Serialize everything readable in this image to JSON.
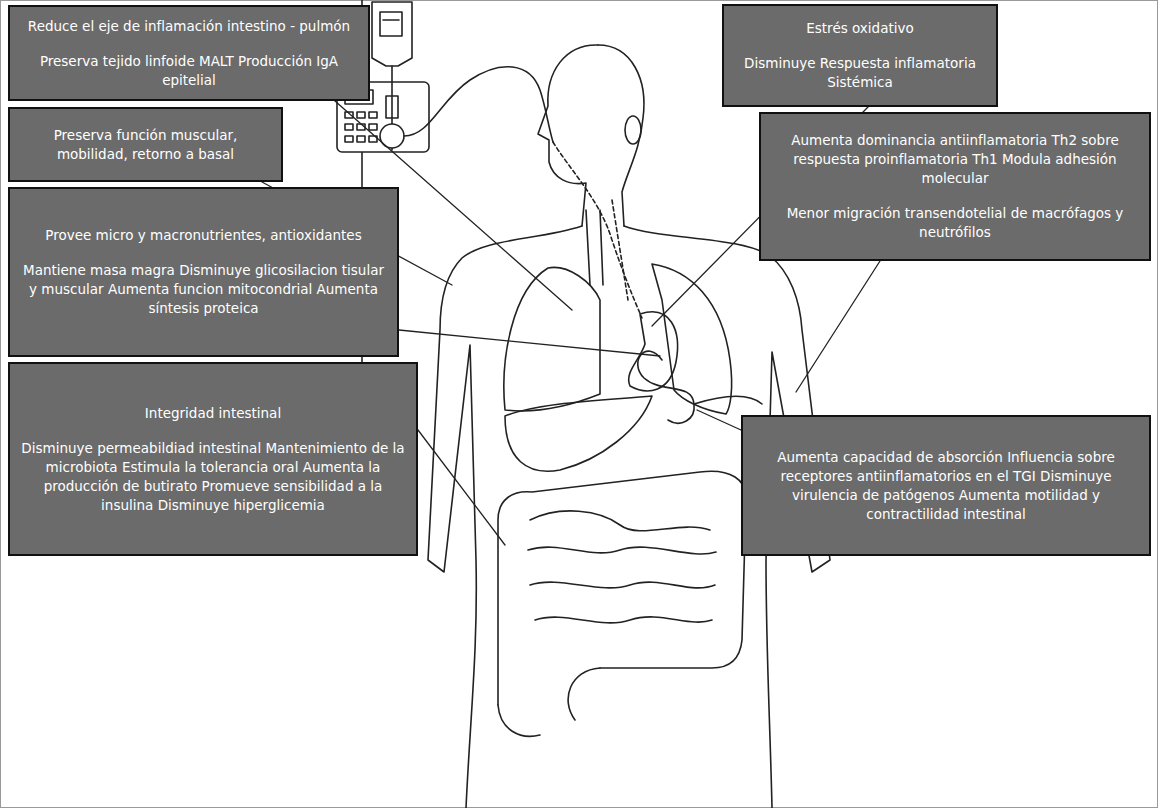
{
  "diagram": {
    "nodes": [
      {
        "text": [
          "Reduce el eje de inflamación intestino - pulmón",
          "Preserva tejido linfoide MALT Producción IgA epitelial"
        ]
      },
      {
        "text": [
          "Estrés oxidativo",
          "Disminuye Respuesta inflamatoria Sistémica"
        ]
      },
      {
        "text": [
          "Preserva función muscular, mobilidad, retorno a basal"
        ]
      },
      {
        "text": [
          "Aumenta dominancia antiinflamatoria Th2 sobre respuesta proinflamatoria Th1 Modula adhesión molecular",
          "Menor migración transendotelial de macrófagos y neutrófilos"
        ]
      },
      {
        "text": [
          "Provee micro y macronutrientes, antioxidantes",
          "Mantiene masa magra Disminuye glicosilacion tisular y muscular Aumenta funcion mitocondrial Aumenta síntesis proteica"
        ]
      },
      {
        "text": [
          "Integridad intestinal",
          "Disminuye permeabildiad intestinal Mantenimiento de la microbiota Estimula la tolerancia oral Aumenta la producción de butirato Promueve sensibilidad a la insulina Disminuye hiperglicemia"
        ]
      },
      {
        "text": [
          "Aumenta capacidad de absorción Influencia sobre receptores antiinflamatorios en el TGI Disminuye virulencia de patógenos Aumenta motilidad y contractilidad intestinal"
        ]
      }
    ]
  }
}
